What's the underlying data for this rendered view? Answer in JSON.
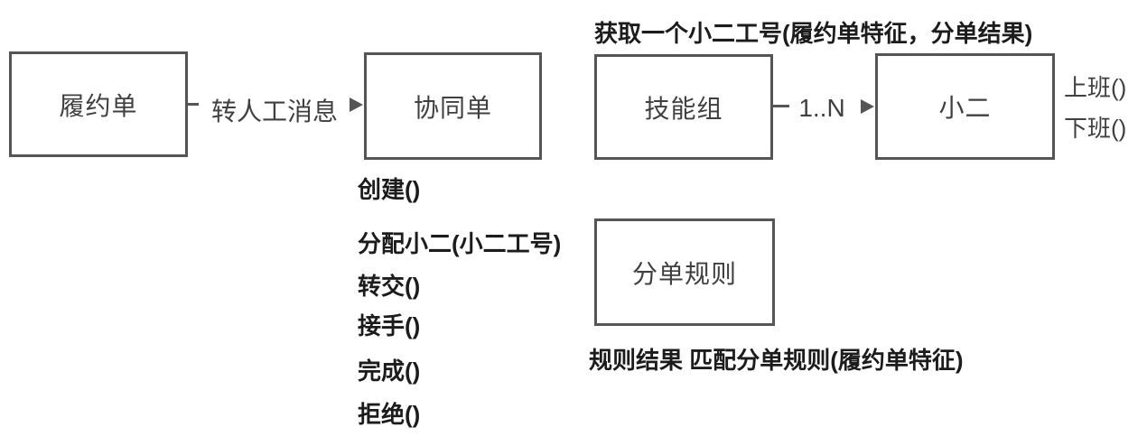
{
  "diagram": {
    "boxes": {
      "fulfillment_order": {
        "label": "履约单"
      },
      "collab_order": {
        "label": "协同单"
      },
      "skill_group": {
        "label": "技能组"
      },
      "xiaoer": {
        "label": "小二"
      },
      "dispatch_rule": {
        "label": "分单规则"
      }
    },
    "connectors": {
      "transfer_manual": {
        "label": "转人工消息"
      },
      "one_to_n": {
        "label": "1..N"
      }
    },
    "annotations": {
      "skill_group_note": "获取一个小二工号(履约单特征，分单结果)",
      "rule_match_note": "规则结果 匹配分单规则(履约单特征)",
      "collab_methods": [
        "创建()",
        "分配小二(小二工号)",
        "转交()",
        "接手()",
        "完成()",
        "拒绝()"
      ],
      "xiaoer_methods": [
        "上班()",
        "下班()"
      ]
    },
    "colors": {
      "background": "#ffffff",
      "border_line": "#555555",
      "regular_text": "#404040",
      "bold_text": "#1c1c1c"
    }
  }
}
